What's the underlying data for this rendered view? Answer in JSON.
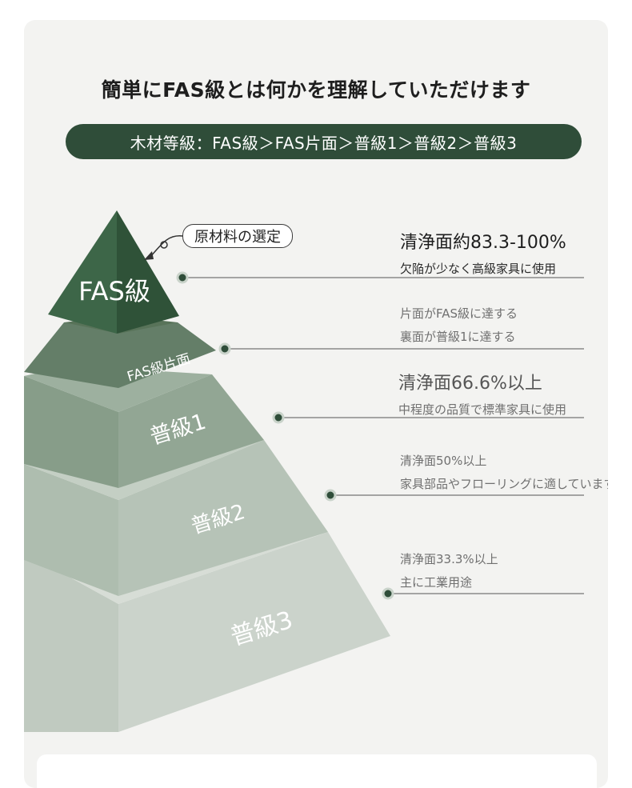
{
  "title": "簡単にFAS級とは何かを理解していただけます",
  "banner": "木材等級：FAS級＞FAS片面＞普級1＞普級2＞普級3",
  "callout": "原材料の選定",
  "levels": [
    {
      "label": "FAS級",
      "line1": "清浄面約83.3-100%",
      "line2": "欠陥が少なく高級家具に使用"
    },
    {
      "label": "FAS級片面",
      "line1": "片面がFAS級に達する",
      "line2": "裏面が普級1に達する"
    },
    {
      "label": "普級1",
      "line1": "清浄面66.6%以上",
      "line2": "中程度の品質で標準家具に使用"
    },
    {
      "label": "普級2",
      "line1": "清浄面50%以上",
      "line2": "家具部品やフローリングに適しています"
    },
    {
      "label": "普級3",
      "line1": "清浄面33.3%以上",
      "line2": "主に工業用途"
    }
  ],
  "colors": {
    "banner_bg": "#2f4d39",
    "level_fills": [
      "#355a3f",
      "#647e68",
      "#92a694",
      "#b6c3b7",
      "#cbd3cb"
    ]
  }
}
